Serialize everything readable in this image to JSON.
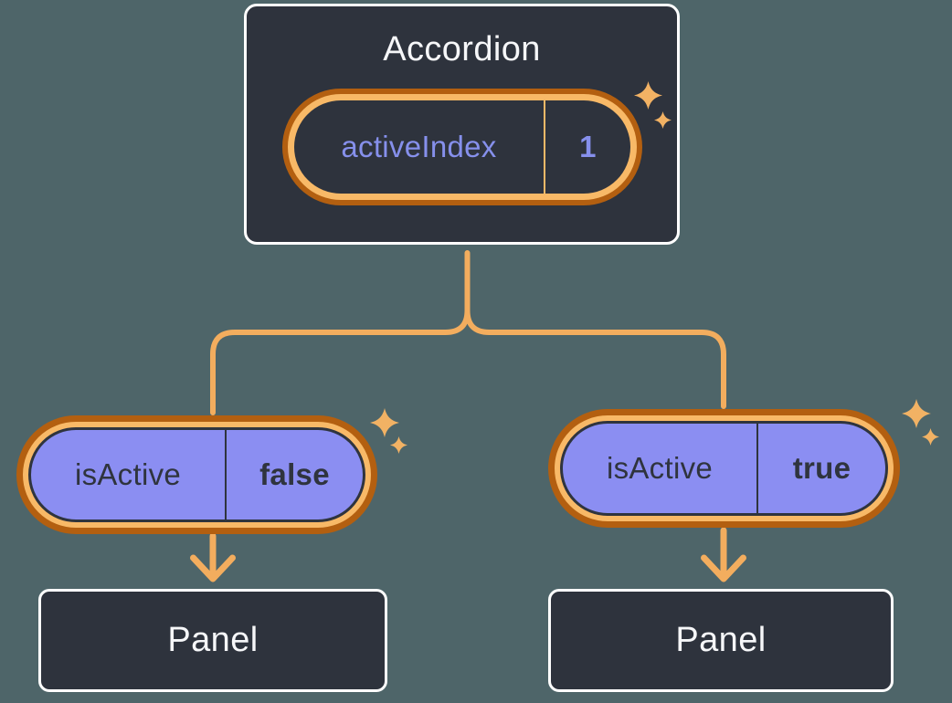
{
  "colors": {
    "background": "#4e6569",
    "surface": "#2e333d",
    "surfaceBorder": "#ffffff",
    "titleText": "#f6f7f9",
    "accent": "#8690ec",
    "purpleFill": "#8b8ef2",
    "darkText": "#2f343e",
    "ringOuter": "#b35f10",
    "ringInner": "#f8b967",
    "connector": "#f3ad5e",
    "sparkle": "#f2b264"
  },
  "accordion": {
    "title": "Accordion",
    "state": {
      "label": "activeIndex",
      "value": "1"
    }
  },
  "children": [
    {
      "prop": {
        "label": "isActive",
        "value": "false"
      },
      "panel": {
        "title": "Panel"
      }
    },
    {
      "prop": {
        "label": "isActive",
        "value": "true"
      },
      "panel": {
        "title": "Panel"
      }
    }
  ]
}
